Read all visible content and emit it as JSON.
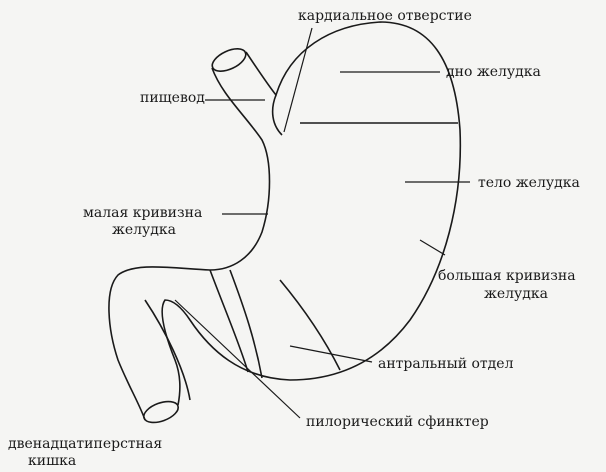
{
  "diagram": {
    "labels": {
      "cardiac": "кардиальное отверстие",
      "fundus": "дно желудка",
      "esophagus": "пищевод",
      "body": "тело желудка",
      "lesser_1": "малая кривизна",
      "lesser_2": "желудка",
      "greater_1": "большая кривизна",
      "greater_2": "желудка",
      "antrum": "антральный отдел",
      "pylorus": "пилорический сфинктер",
      "duodenum_1": "двенадцатиперстная",
      "duodenum_2": "кишка"
    }
  }
}
